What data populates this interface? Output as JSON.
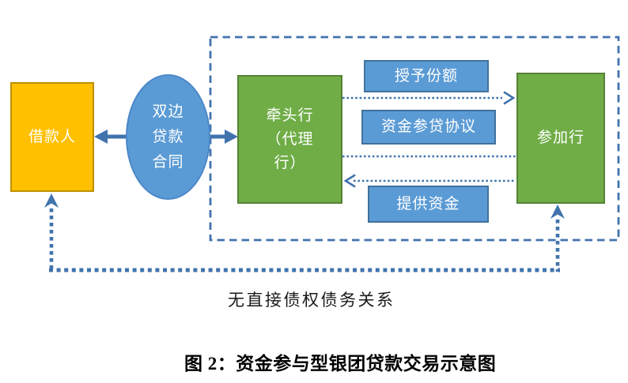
{
  "figure": {
    "caption": "图 2：资金参与型银团贷款交易示意图",
    "annotation_no_direct_relation": "无直接债权债务关系"
  },
  "nodes": {
    "borrower": "借款人",
    "bilateral_contract": "双边\n贷款\n合同",
    "lead_bank": "牵头行\n（代理\n行）",
    "participant_bank": "参加行",
    "grant_share": "授予份额",
    "participation_agreement": "资金参贷协议",
    "provide_funds": "提供资金"
  },
  "colors": {
    "borrower_fill": "#FFC000",
    "borrower_border": "#BF9000",
    "bank_fill": "#70AD47",
    "bank_border": "#548235",
    "blue_fill": "#5B9BD5",
    "blue_border": "#41719C",
    "connector_blue": "#4173AD",
    "text_on_shape": "#FFFFFF",
    "caption_text": "#000000"
  }
}
